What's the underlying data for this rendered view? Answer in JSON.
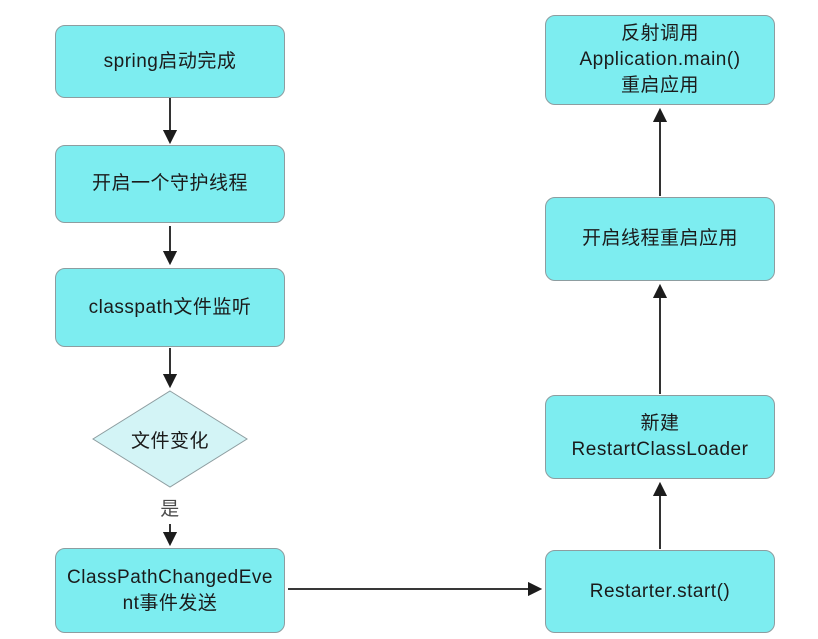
{
  "palette": {
    "node_fill": "#7dedf0",
    "decision_fill": "#d3f4f6",
    "node_border": "#8d9da0",
    "connector": "#1c1c1c",
    "text_color": "#1b1b1b",
    "yes_color": "#4a4a4a",
    "page_background": "#ffffff"
  },
  "nodes": {
    "spring_startup_complete": {
      "lines": [
        "spring启动完成"
      ]
    },
    "daemon_thread": {
      "lines": [
        "开启一个守护线程"
      ]
    },
    "classpath_watch": {
      "lines": [
        "classpath文件监听"
      ]
    },
    "file_changed_decision": {
      "label": "文件变化"
    },
    "classpath_changed_event": {
      "lines": [
        "ClassPathChangedEve",
        "nt事件发送"
      ]
    },
    "restarter_start": {
      "lines": [
        "Restarter.start()"
      ]
    },
    "new_restart_classloader": {
      "lines": [
        "新建",
        "RestartClassLoader"
      ]
    },
    "restart_thread": {
      "lines": [
        "开启线程重启应用"
      ]
    },
    "reflect_main_restart": {
      "lines": [
        "反射调用",
        "Application.main()",
        "重启应用"
      ]
    }
  },
  "edges": {
    "yes_label": "是"
  }
}
